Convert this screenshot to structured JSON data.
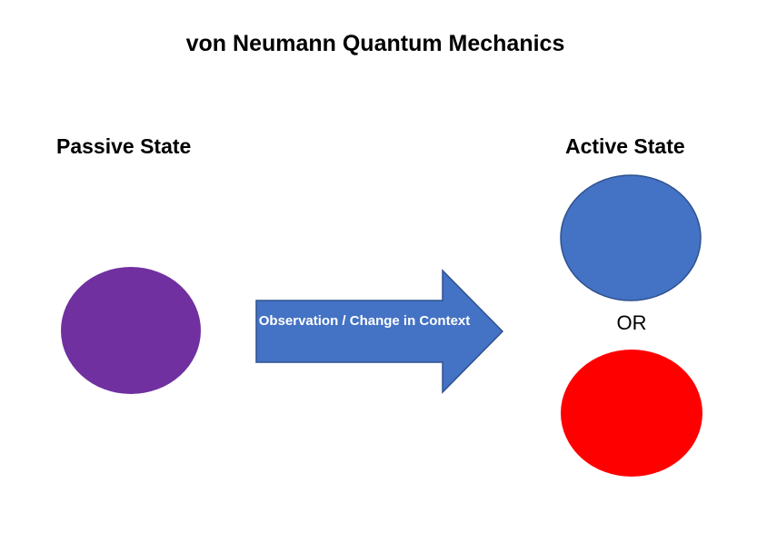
{
  "diagram": {
    "title": "von Neumann Quantum Mechanics",
    "passive_label": "Passive State",
    "active_label": "Active State",
    "arrow_text": "Observation / Change in Context",
    "or_text": "OR",
    "colors": {
      "passive_circle": "#7030A0",
      "active_circle_blue": "#4472C4",
      "active_circle_red": "#FF0000",
      "arrow_fill": "#4472C4",
      "arrow_stroke": "#2F528F"
    }
  }
}
